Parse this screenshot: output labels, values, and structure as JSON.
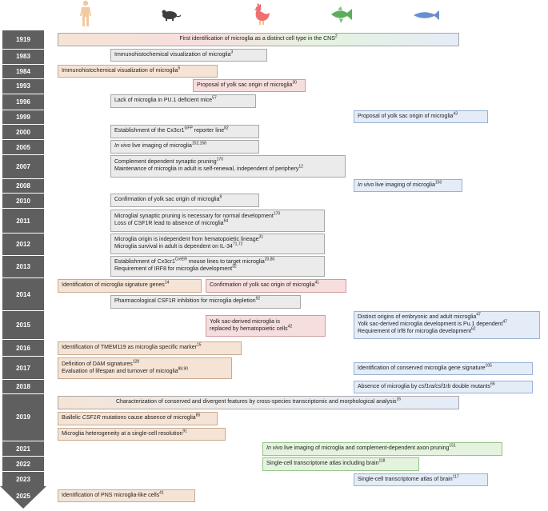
{
  "colors": {
    "human": "#f5e4d5",
    "mouse": "#ebebeb",
    "chick": "#f7dede",
    "zebrafish": "#e4f3de",
    "fish": "#e4ecf8",
    "timeline": "#5f5f5f"
  },
  "icons": [
    "human-icon",
    "mouse-icon",
    "chicken-icon",
    "zebrafish-icon",
    "fish-icon"
  ],
  "years": [
    "1919",
    "1983",
    "1984",
    "1993",
    "1996",
    "1999",
    "2000",
    "2005",
    "2007",
    "2008",
    "2010",
    "2011",
    "2012",
    "2013",
    "2014",
    "2015",
    "2016",
    "2017",
    "2018",
    "2019",
    "2021",
    "2022",
    "2023",
    "2025"
  ],
  "events": {
    "e1919": "First identification of microglia as a distinct cell type in the CNS",
    "e1919_ref": "2",
    "e1983": "Immunohistochemical visualization of microglia",
    "e1983_ref": "3",
    "e1984": "Immunohistochemical visualization of microglia",
    "e1984_ref": "5",
    "e1993": "Proposal of yolk sac origin of microglia",
    "e1993_ref": "30",
    "e1996": "Lack of microglia in PU.1 deficient mice",
    "e1996_ref": "57",
    "e1999": "Proposal of yolk sac origin of microglia",
    "e1999_ref": "43",
    "e2000_a": "Establishment of the Cx3cr1",
    "e2000_sup": "GFP",
    "e2000_b": " reporter line",
    "e2000_ref": "82",
    "e2005_em": "In vivo",
    "e2005": " live imaging of microglia",
    "e2005_ref": "152,158",
    "e2007_1": "Complement dependent synaptic pruning",
    "e2007_1_ref": "170",
    "e2007_2": "Maintenance of microglia in adult is self-renewal, independent of periphery",
    "e2007_2_ref": "12",
    "e2008_em": "In vivo",
    "e2008": " live imaging of microglia",
    "e2008_ref": "150",
    "e2010": "Confirmation of yolk sac origin of microglia",
    "e2010_ref": "8",
    "e2011_1": "Microglial synaptic pruning is necessary for normal development",
    "e2011_1_ref": "170",
    "e2011_2": "Loss of CSF1R lead to absence of microglia",
    "e2011_2_ref": "64",
    "e2012_1": "Microglia origin is independent from hematopoietic lineage",
    "e2012_1_ref": "31",
    "e2012_2": "Microglia survival in adult is dependent on IL-34",
    "e2012_2_ref": "71,72",
    "e2013_1a": "Establishment of Cx3cr1",
    "e2013_1sup": "CreER",
    "e2013_1b": " mouse lines to target microglia",
    "e2013_1_ref": "20,80",
    "e2013_2": "Requirement of IRF8 for microglia development",
    "e2013_2_ref": "32",
    "e2014_1": "Identification of microglia signature genes",
    "e2014_1_ref": "14",
    "e2014_2": "Confirmation of yolk sac origin of microglia",
    "e2014_2_ref": "41",
    "e2014_3": "Pharmacological CSF1R inhibition for microglia depletion",
    "e2014_3_ref": "92",
    "e2015_1a": "Yolk sac-derived microglia is",
    "e2015_1b": "replaced by hematopoietic cells",
    "e2015_1_ref": "42",
    "e2015_2": "Distinct origins of embryonic and adult microglia",
    "e2015_2_ref": "47",
    "e2015_3": "Yolk sac-derived microglia development is Pu.1 dependent",
    "e2015_3_ref": "47",
    "e2015_4": "Requirement of Irf8 for microglia development",
    "e2015_4_ref": "62",
    "e2016": "Identification of TMEM119 as microglia specific marker",
    "e2016_ref": "15",
    "e2017_1": "Definition of DAM signatures",
    "e2017_1_ref": "128",
    "e2017_2": "Evaluation of lifespan and turnover of microglia",
    "e2017_2_ref": "88,90",
    "e2017_3": "Identification of conserved microglia gene signature",
    "e2017_3_ref": "105",
    "e2018_a": "Absence of microglia by ",
    "e2018_em": "csf1ra/csf1rb",
    "e2018_b": " double mutants",
    "e2018_ref": "66",
    "e2019_1": "Characterization of conserved and divergent features by cross-species transcriptomic and morphological analysis",
    "e2019_1_ref": "16",
    "e2019_2a": "Biallelic ",
    "e2019_2em": "CSF1R",
    "e2019_2b": " mutations cause absence of microglia",
    "e2019_2_ref": "85",
    "e2019_3": "Microglia heterogeneity at a single-cell resolution",
    "e2019_3_ref": "91",
    "e2021_em": "In vivo",
    "e2021": " live imaging of microglia and complement-dependent axon pruning",
    "e2021_ref": "151",
    "e2022": "Single-cell transcriptome atlas including brain",
    "e2022_ref": "118",
    "e2023": "Single-cell transcriptome atlas of brain",
    "e2023_ref": "117",
    "e2025": "Identification of PNS microglia-like cells",
    "e2025_ref": "41"
  }
}
